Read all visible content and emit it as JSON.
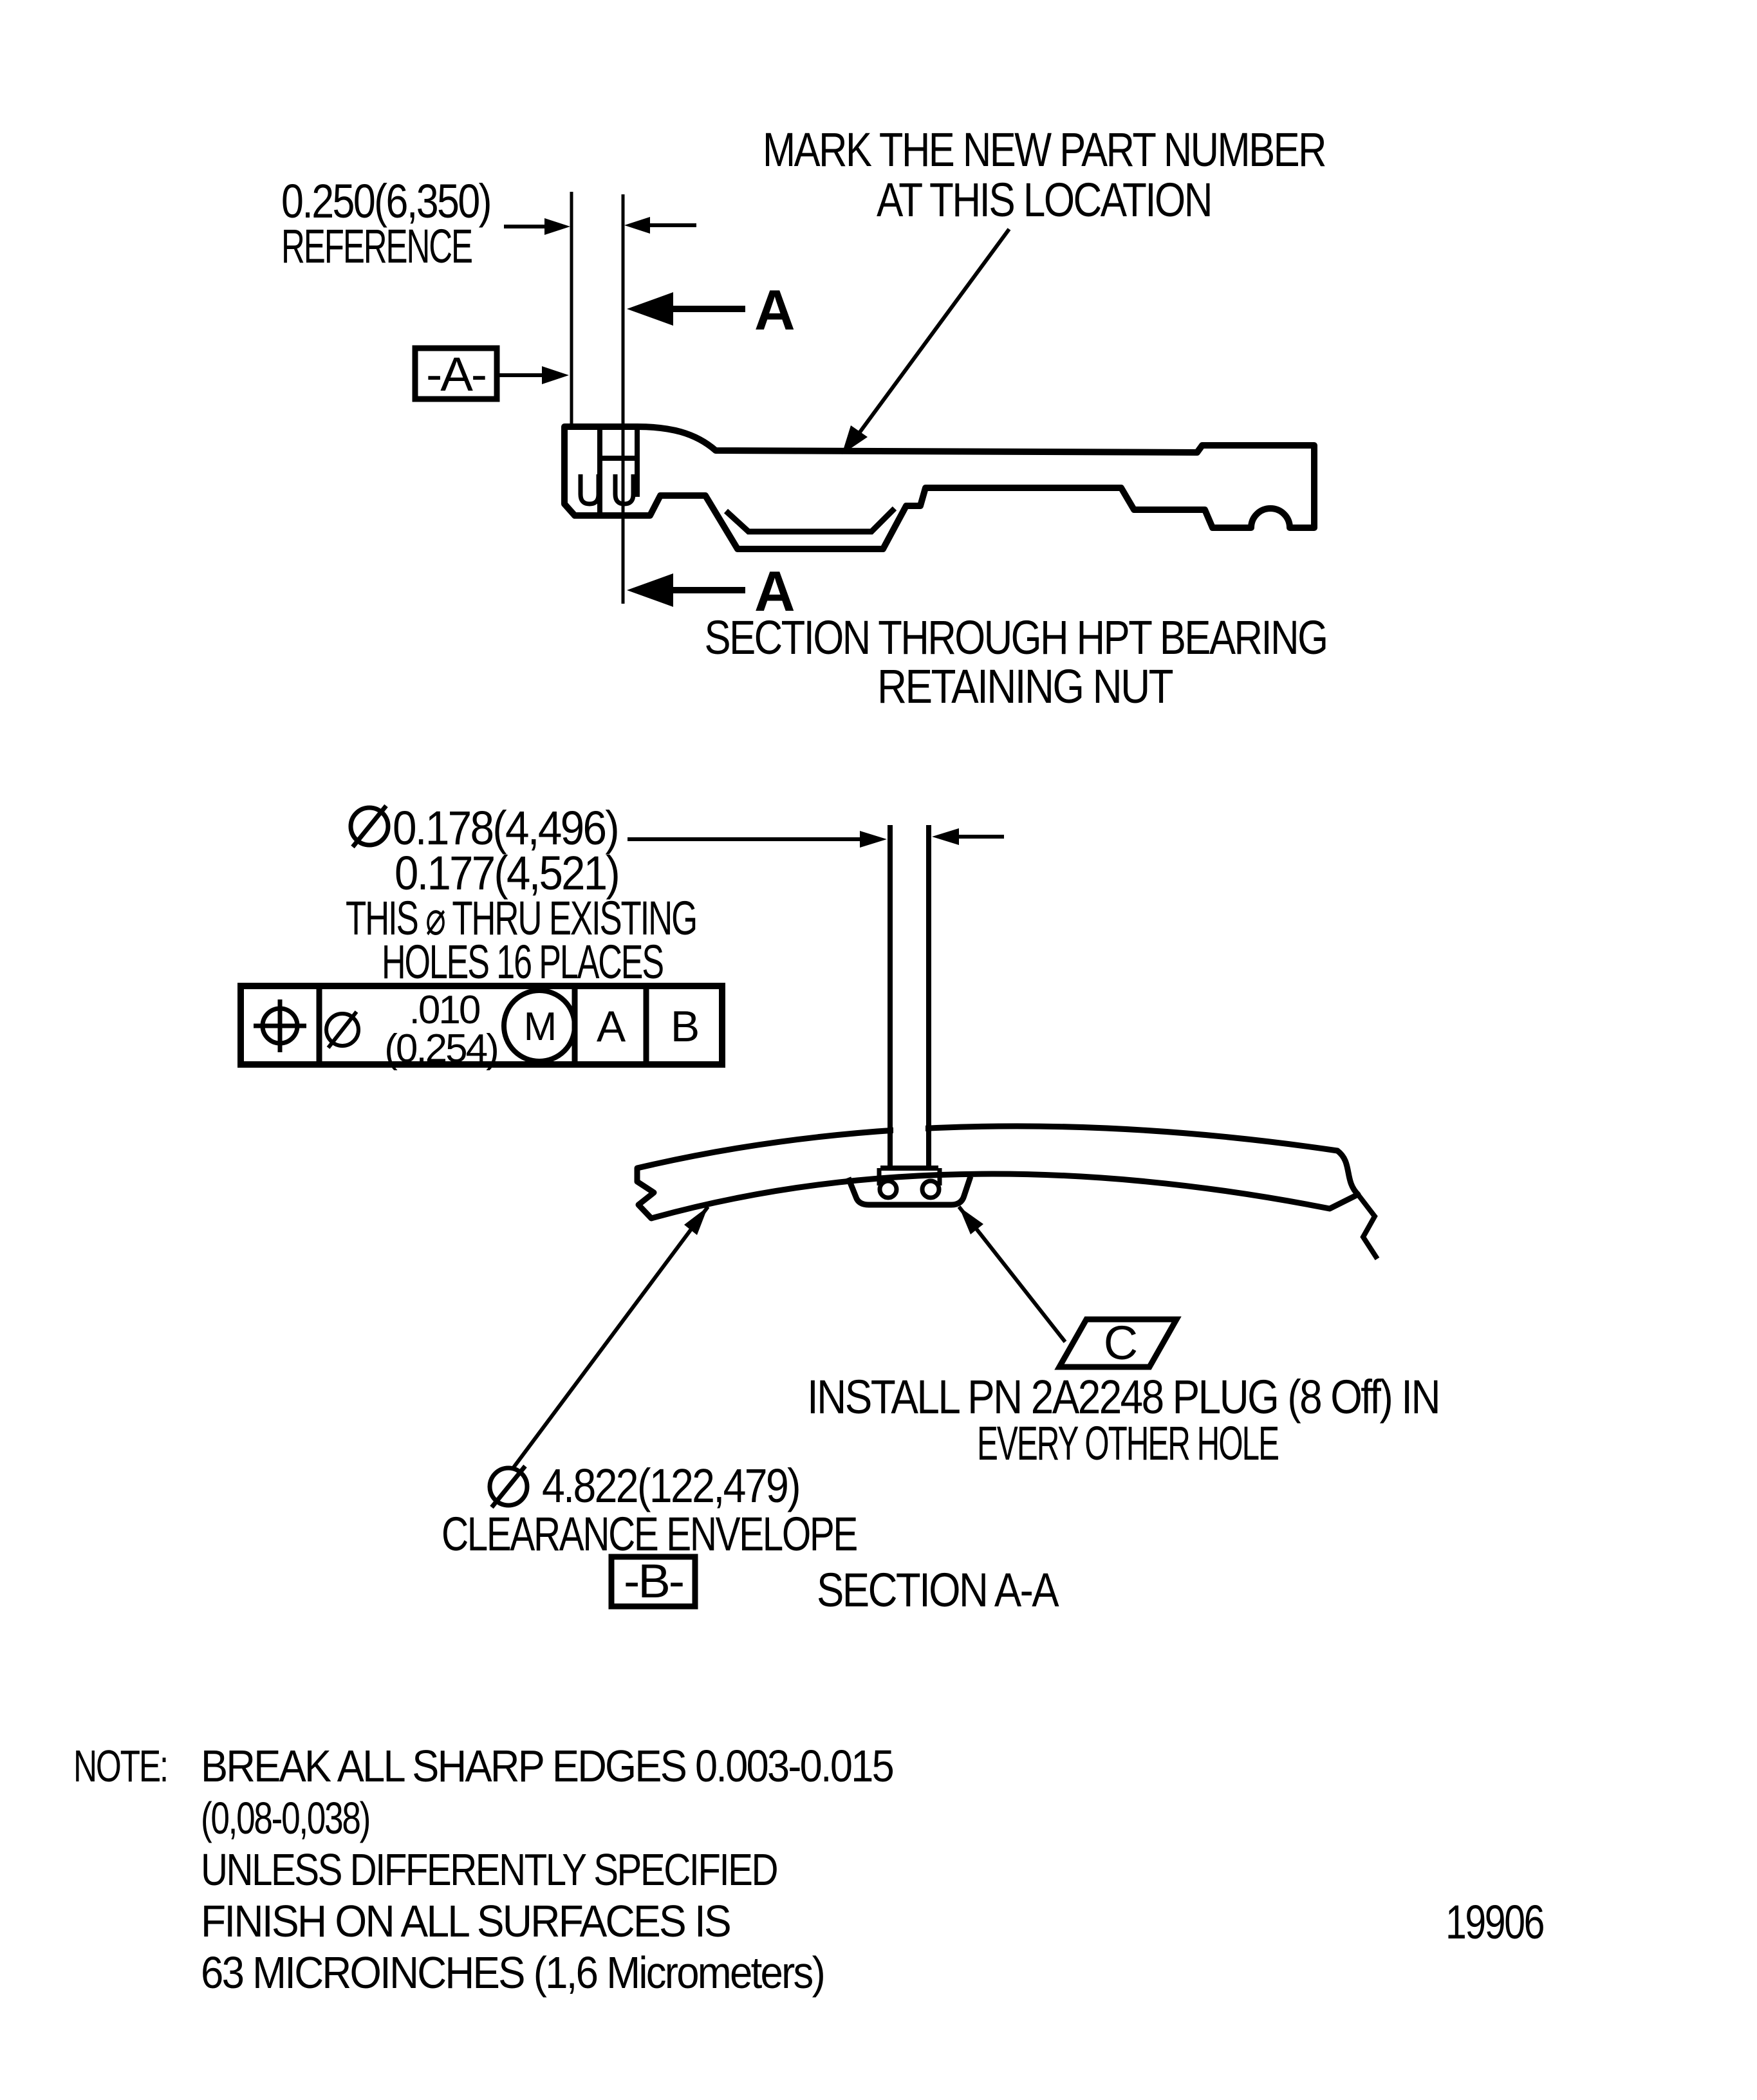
{
  "document": {
    "kind": "engineering drawing scan",
    "paper_color": "#ffffff",
    "ink_color": "#000000",
    "figure_number": "19906"
  },
  "top_view": {
    "mark_callout": [
      "MARK THE NEW PART NUMBER",
      "AT THIS LOCATION"
    ],
    "reference_dimension": [
      "0.250(6,350)",
      "REFERENCE"
    ],
    "datum_flag_a": "-A-",
    "section_arrow_label_upper": "A",
    "section_arrow_label_lower": "A",
    "caption": [
      "SECTION THROUGH HPT BEARING",
      "RETAINING NUT"
    ]
  },
  "section_view": {
    "diameter_symbol": "⌀",
    "hole_diameter": [
      "0.178(4,496)",
      "0.177(4,521)"
    ],
    "hole_note": [
      "THIS ⌀ THRU EXISTING",
      "HOLES 16 PLACES"
    ],
    "feature_control_frame": {
      "geometric_symbol": "true-position",
      "diameter_symbol": "⌀",
      "tolerance_inch": ".010",
      "tolerance_mm": "(0,254)",
      "material_modifier": "M",
      "primary_datum": "A",
      "secondary_datum": "B"
    },
    "flag_c_label": "C",
    "install_note": [
      "INSTALL PN 2A2248 PLUG (8 Off) IN",
      "EVERY OTHER HOLE"
    ],
    "clearance_diameter_value": "4.822(122,479)",
    "clearance_label": "CLEARANCE ENVELOPE",
    "datum_flag_b": "-B-",
    "caption": "SECTION A-A"
  },
  "notes": {
    "prefix": "NOTE:",
    "lines": [
      "BREAK ALL SHARP EDGES 0.003-0.015",
      "(0,08-0,038)",
      "UNLESS DIFFERENTLY SPECIFIED",
      "FINISH ON ALL SURFACES IS",
      "63 MICROINCHES (1,6 Micrometers)"
    ]
  }
}
